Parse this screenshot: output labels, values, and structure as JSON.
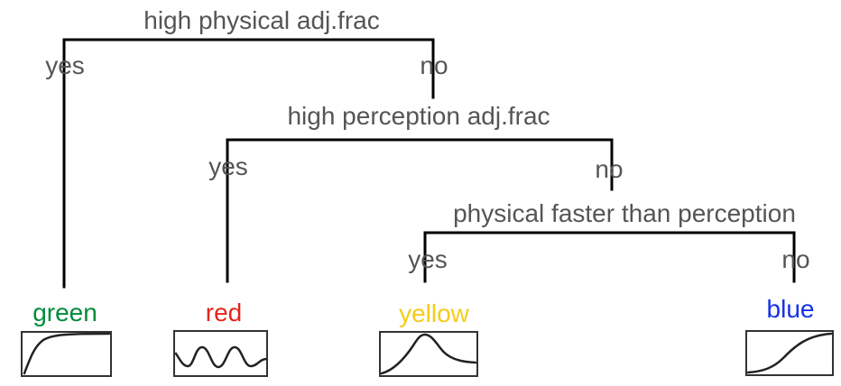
{
  "tree": {
    "root": {
      "question": "high physical adj.frac",
      "yes_label": "yes",
      "no_label": "no"
    },
    "node2": {
      "question": "high perception adj.frac",
      "yes_label": "yes",
      "no_label": "no"
    },
    "node3": {
      "question": "physical faster than perception",
      "yes_label": "yes",
      "no_label": "no"
    }
  },
  "leaves": [
    {
      "label": "green",
      "color": "#008a3a",
      "curve_icon": "saturating-rise-curve-icon"
    },
    {
      "label": "red",
      "color": "#e3261b",
      "curve_icon": "oscillating-wave-curve-icon"
    },
    {
      "label": "yellow",
      "color": "#f5cc1a",
      "curve_icon": "single-peak-curve-icon"
    },
    {
      "label": "blue",
      "color": "#1432e6",
      "curve_icon": "sigmoid-curve-icon"
    }
  ]
}
